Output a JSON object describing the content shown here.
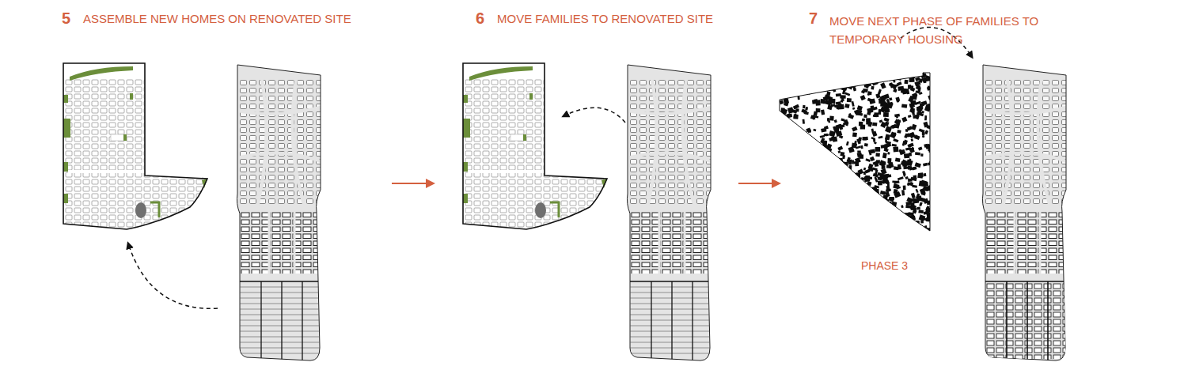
{
  "diagram": {
    "labels": [
      "5",
      "ASSEMBLE NEW HOMES ON RENOVATED SITE",
      "6",
      "MOVE FAMILIES TO RENOVATED SITE",
      "7",
      "MOVE NEXT PHASE OF FAMILIES TO TEMPORARY HOUSING",
      "PHASE 3"
    ]
  }
}
